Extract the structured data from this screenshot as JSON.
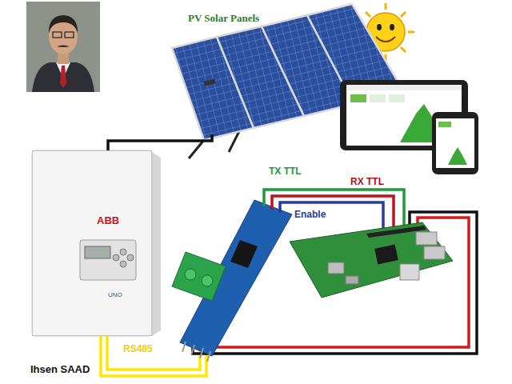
{
  "diagram": {
    "nodes": [
      {
        "text": [
          "PV Solar Panels"
        ]
      },
      {
        "text": [
          "ABB",
          "UNO"
        ]
      }
    ],
    "edges": [
      {
        "from": 1,
        "to": 0,
        "arrow": "none"
      }
    ],
    "labels": [
      "TX TTL",
      "RX TTL",
      "Enable",
      "RS485",
      "Ihsen SAAD"
    ]
  }
}
